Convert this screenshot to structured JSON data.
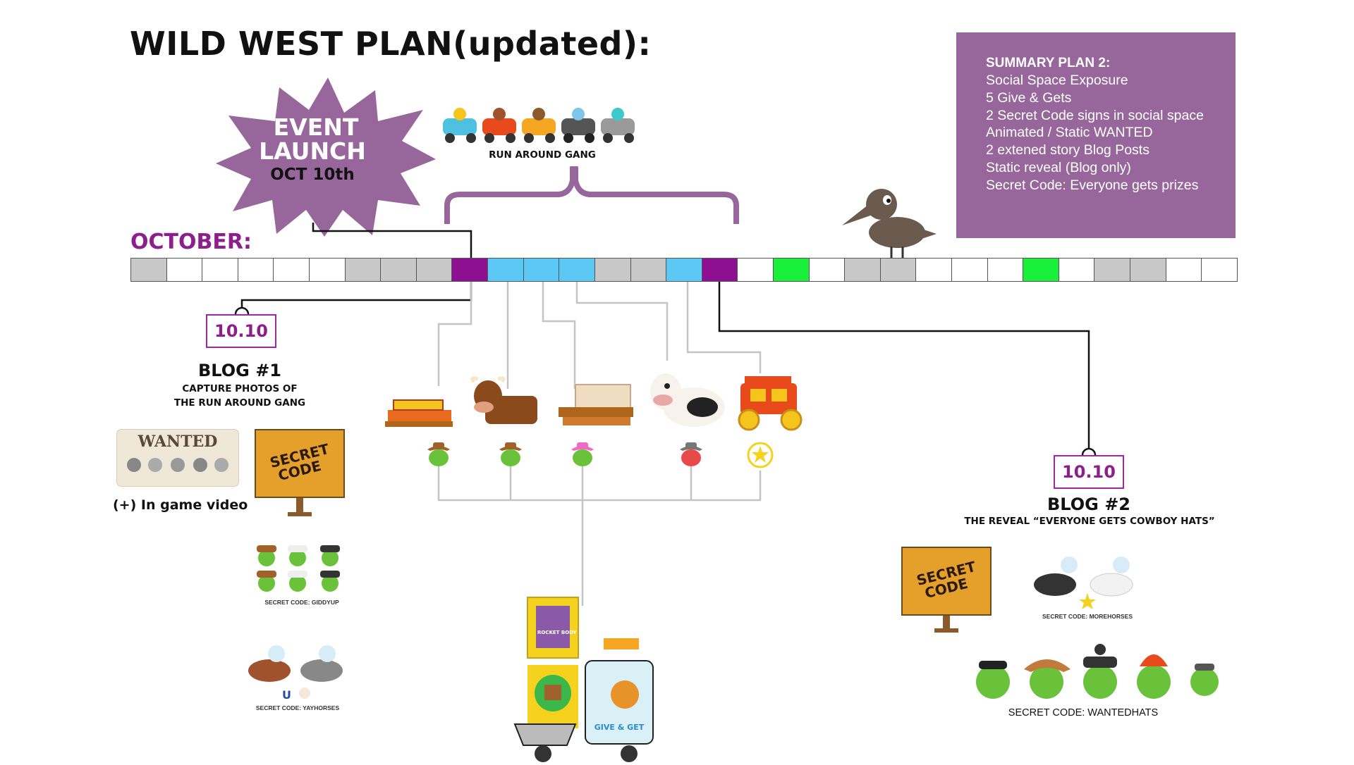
{
  "title": "WILD WEST PLAN(updated):",
  "summary": {
    "heading": "SUMMARY PLAN 2:",
    "items": [
      "Social Space Exposure",
      "5 Give & Gets",
      "2 Secret Code signs in social space",
      "Animated / Static WANTED",
      "2 extened story Blog Posts",
      "Static reveal (Blog only)",
      "Secret Code: Everyone gets prizes"
    ]
  },
  "event": {
    "line1": "EVENT",
    "line2": "LAUNCH",
    "date": "OCT 10th"
  },
  "gang_label": "RUN AROUND GANG",
  "month": "OCTOBER:",
  "calendar": [
    "gray",
    "white",
    "white",
    "white",
    "white",
    "white",
    "gray",
    "gray",
    "gray",
    "purple",
    "blue",
    "blue",
    "blue",
    "gray",
    "gray",
    "blue",
    "purple",
    "white",
    "green",
    "white",
    "gray",
    "gray",
    "white",
    "white",
    "white",
    "green",
    "white",
    "gray",
    "gray",
    "white",
    "white"
  ],
  "colors": {
    "gray": "#c8c8c8",
    "white": "#ffffff",
    "purple": "#8e0f92",
    "blue": "#5cc8f5",
    "green": "#19f03a",
    "accent": "#97679c"
  },
  "blog1": {
    "date": "10.10",
    "title": "BLOG #1",
    "line1": "CAPTURE PHOTOS OF",
    "line2": "THE RUN AROUND GANG",
    "wanted": "WANTED",
    "sign_line1": "SECRET",
    "sign_line2": "CODE",
    "video": "(+) In game video",
    "code1": "SECRET CODE: GIDDYUP",
    "code2": "SECRET CODE: YAYHORSES"
  },
  "blog2": {
    "date": "10.10",
    "title": "BLOG #2",
    "line1": "THE REVEAL “EVERYONE GETS COWBOY HATS”",
    "sign_line1": "SECRET",
    "sign_line2": "CODE",
    "code1": "SECRET CODE: MOREHORSES",
    "code2": "SECRET CODE: WANTEDHATS"
  },
  "truck": {
    "rocket": "ROCKET BODY",
    "give": "GIVE & GET"
  }
}
